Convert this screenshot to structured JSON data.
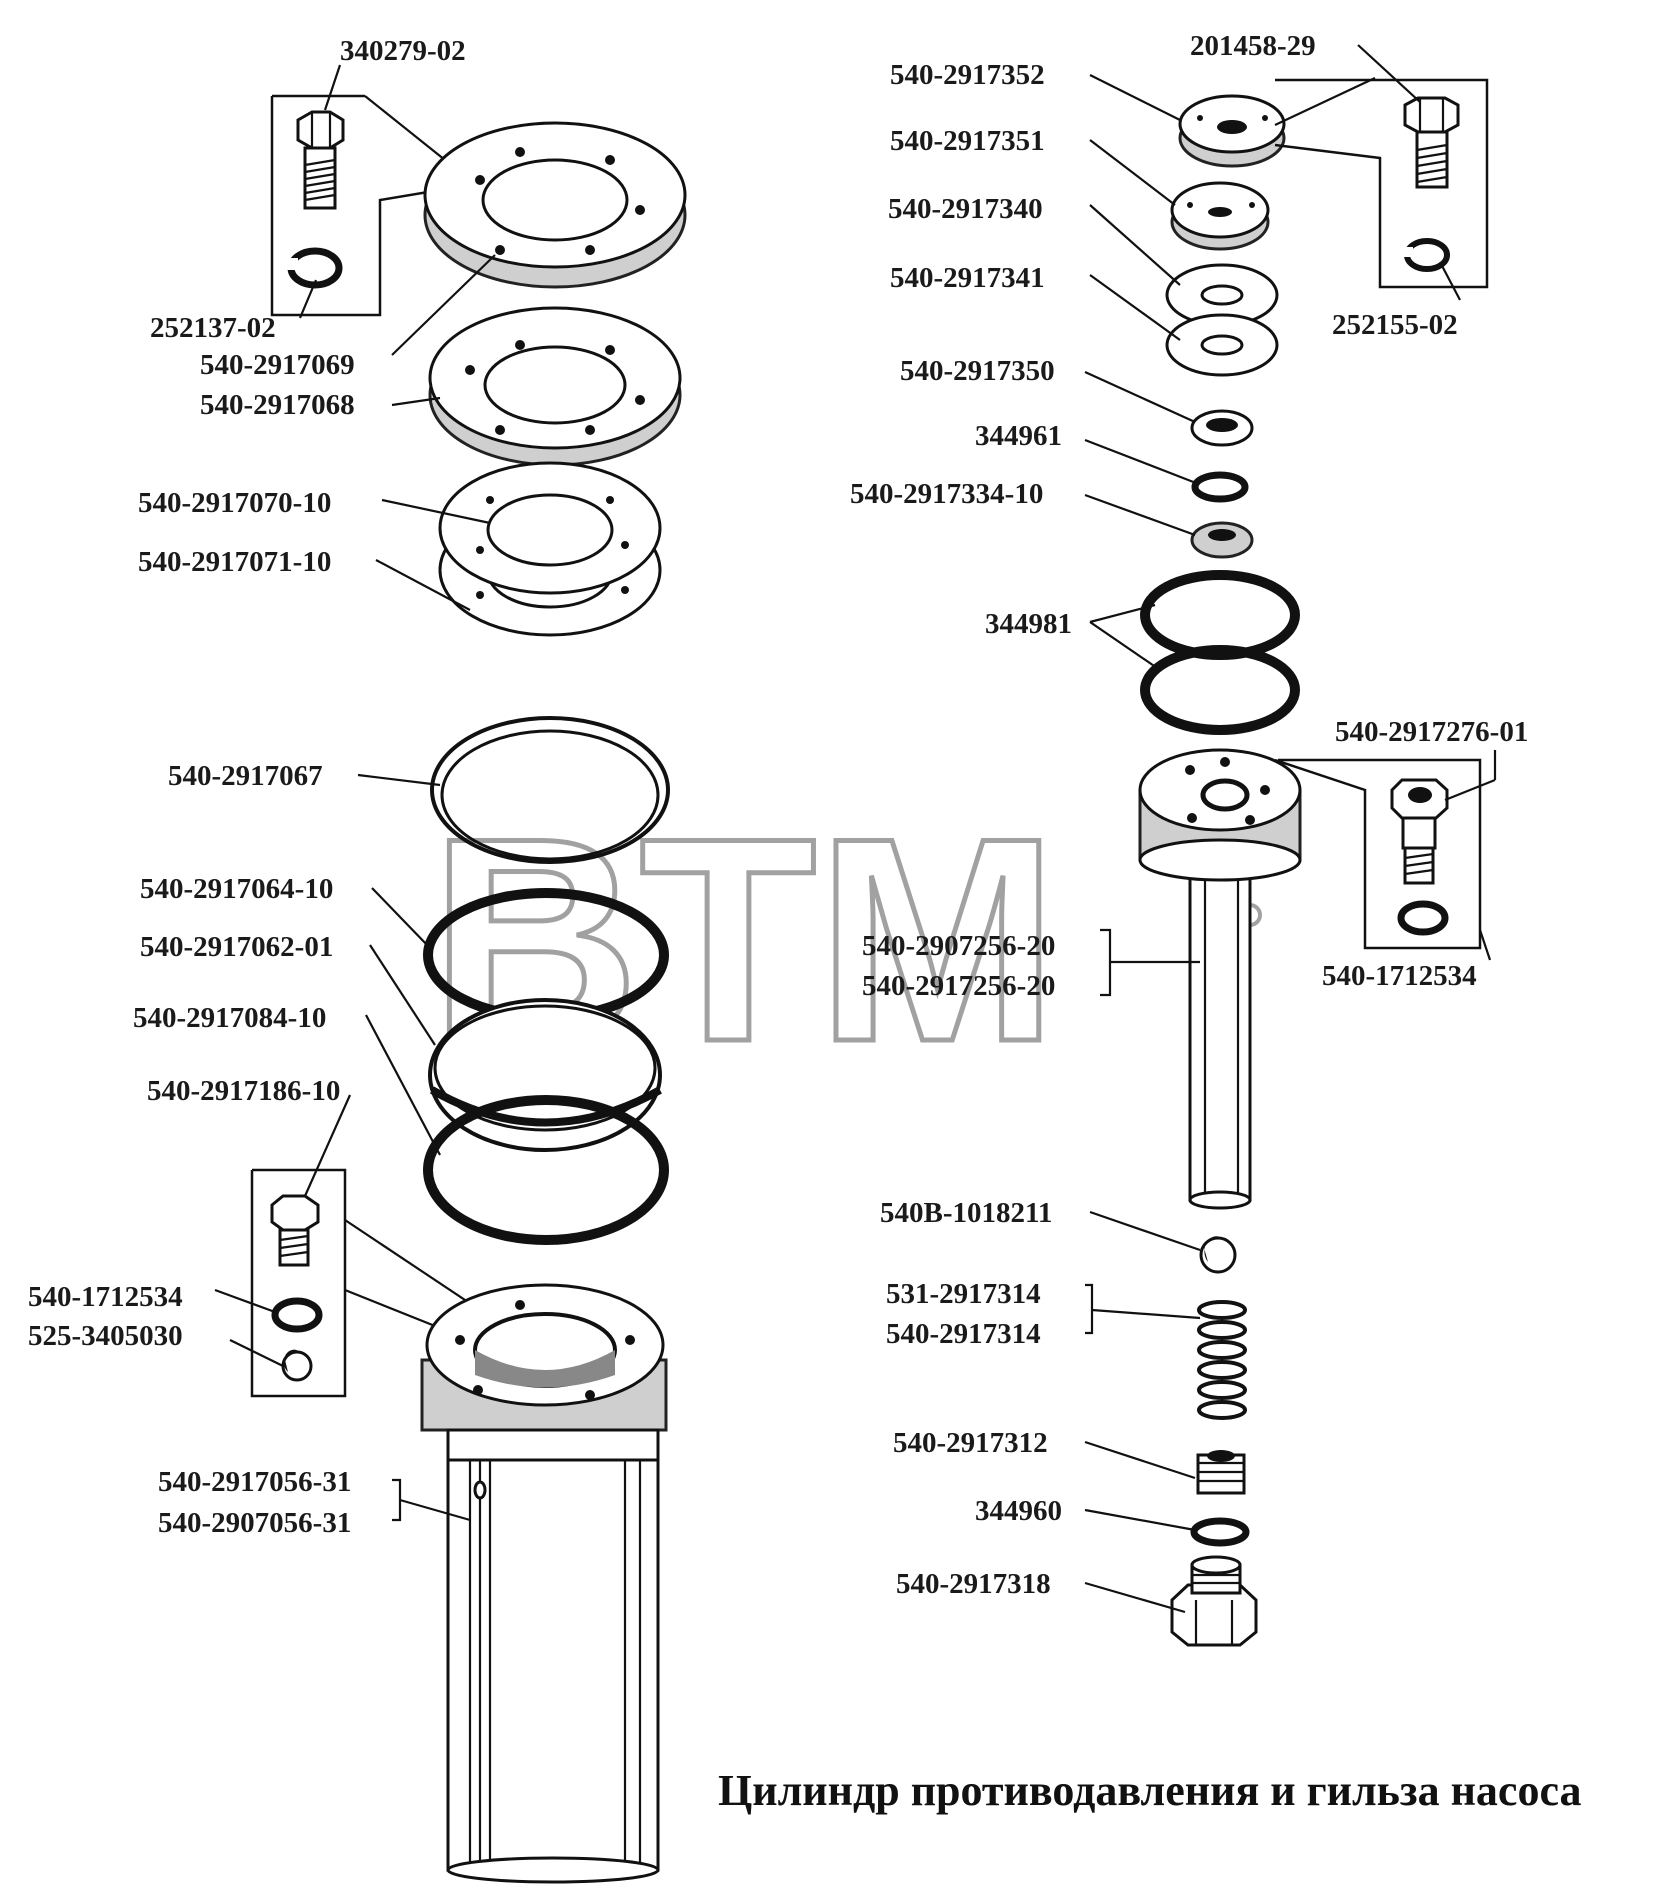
{
  "title": "Цилиндр противодавления и гильза насоса",
  "watermark": "BTM",
  "labels": {
    "l340279_02": "340279-02",
    "l252137_02": "252137-02",
    "l540_2917069": "540-2917069",
    "l540_2917068": "540-2917068",
    "l540_2917070_10": "540-2917070-10",
    "l540_2917071_10": "540-2917071-10",
    "l540_2917067": "540-2917067",
    "l540_2917064_10": "540-2917064-10",
    "l540_2917062_01": "540-2917062-01",
    "l540_2917084_10": "540-2917084-10",
    "l540_2917186_10": "540-2917186-10",
    "l540_1712534_left": "540-1712534",
    "l525_3405030": "525-3405030",
    "l540_2917056_31": "540-2917056-31",
    "l540_2907056_31": "540-2907056-31",
    "l540_2917352": "540-2917352",
    "l201458_29": "201458-29",
    "l540_2917351": "540-2917351",
    "l540_2917340": "540-2917340",
    "l540_2917341": "540-2917341",
    "l252155_02": "252155-02",
    "l540_2917350": "540-2917350",
    "l344961": "344961",
    "l540_2917334_10": "540-2917334-10",
    "l344981": "344981",
    "l540_2917276_01": "540-2917276-01",
    "l540_2907256_20": "540-2907256-20",
    "l540_2917256_20": "540-2917256-20",
    "l540_1712534_right": "540-1712534",
    "l540B_1018211": "540B-1018211",
    "l531_2917314": "531-2917314",
    "l540_2917314": "540-2917314",
    "l540_2917312": "540-2917312",
    "l344960": "344960",
    "l540_2917318": "540-2917318"
  }
}
